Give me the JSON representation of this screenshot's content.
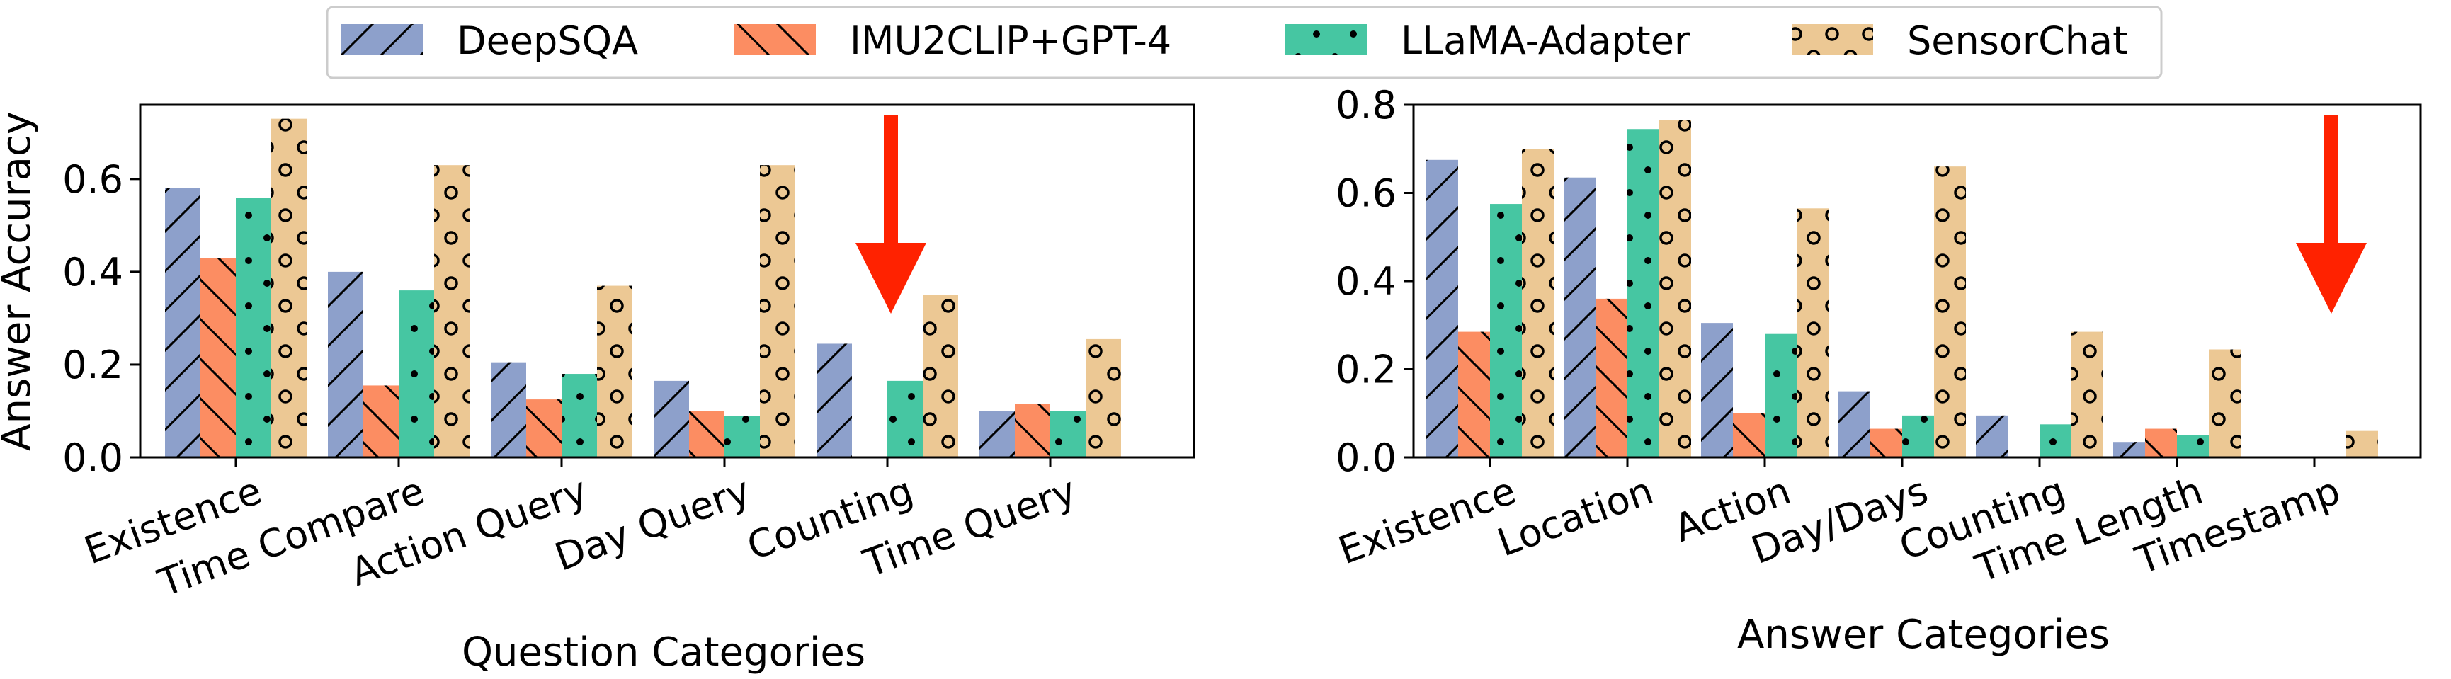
{
  "legend": {
    "placement": "top-center",
    "entries": [
      {
        "name": "DeepSQA",
        "color": "#8da0cb",
        "hatch": "diagonal"
      },
      {
        "name": "IMU2CLIP+GPT-4",
        "color": "#fc8d62",
        "hatch": "backslash"
      },
      {
        "name": "LLaMA-Adapter",
        "color": "#46c6a2",
        "hatch": "dots"
      },
      {
        "name": "SensorChat",
        "color": "#ecc894",
        "hatch": "circles"
      }
    ]
  },
  "chart_data": [
    {
      "type": "bar",
      "xlabel": "Question Categories",
      "ylabel": "Answer Accuracy",
      "ylim": [
        0,
        0.76
      ],
      "yticks": [
        "0.0",
        "0.2",
        "0.4",
        "0.6"
      ],
      "categories": [
        "Existence",
        "Time Compare",
        "Action Query",
        "Day Query",
        "Counting",
        "Time Query"
      ],
      "series": [
        {
          "name": "DeepSQA",
          "values": [
            0.58,
            0.4,
            0.205,
            0.165,
            0.245,
            0.1
          ]
        },
        {
          "name": "IMU2CLIP+GPT-4",
          "values": [
            0.43,
            0.155,
            0.125,
            0.1,
            0.0,
            0.115
          ]
        },
        {
          "name": "LLaMA-Adapter",
          "values": [
            0.56,
            0.36,
            0.18,
            0.09,
            0.165,
            0.1
          ]
        },
        {
          "name": "SensorChat",
          "values": [
            0.73,
            0.63,
            0.37,
            0.63,
            0.35,
            0.255
          ]
        }
      ],
      "arrow_annotation": {
        "category": "Counting",
        "color": "#ff2200"
      },
      "grid": false
    },
    {
      "type": "bar",
      "xlabel": "Answer Categories",
      "ylabel": "",
      "ylim": [
        0,
        0.8
      ],
      "yticks": [
        "0.0",
        "0.2",
        "0.4",
        "0.6",
        "0.8"
      ],
      "categories": [
        "Existence",
        "Location",
        "Action",
        "Day/Days",
        "Counting",
        "Time Length",
        "Timestamp"
      ],
      "series": [
        {
          "name": "DeepSQA",
          "values": [
            0.675,
            0.635,
            0.305,
            0.15,
            0.095,
            0.035,
            0.0
          ]
        },
        {
          "name": "IMU2CLIP+GPT-4",
          "values": [
            0.285,
            0.36,
            0.1,
            0.065,
            0.0,
            0.065,
            0.0
          ]
        },
        {
          "name": "LLaMA-Adapter",
          "values": [
            0.575,
            0.745,
            0.28,
            0.095,
            0.075,
            0.05,
            0.0
          ]
        },
        {
          "name": "SensorChat",
          "values": [
            0.7,
            0.765,
            0.565,
            0.66,
            0.285,
            0.245,
            0.06
          ]
        }
      ],
      "arrow_annotation": {
        "category": "Timestamp",
        "color": "#ff2200"
      },
      "grid": false
    }
  ]
}
